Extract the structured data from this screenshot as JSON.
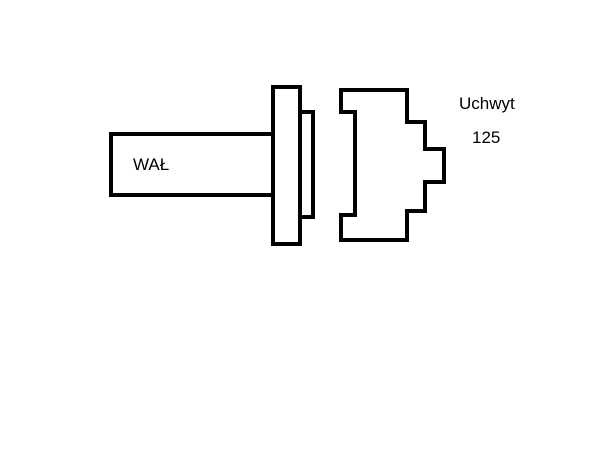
{
  "labels": {
    "shaft": "WAŁ",
    "chuck": "Uchwyt",
    "size": "125"
  },
  "colors": {
    "stroke": "#000000",
    "background": "#ffffff"
  }
}
